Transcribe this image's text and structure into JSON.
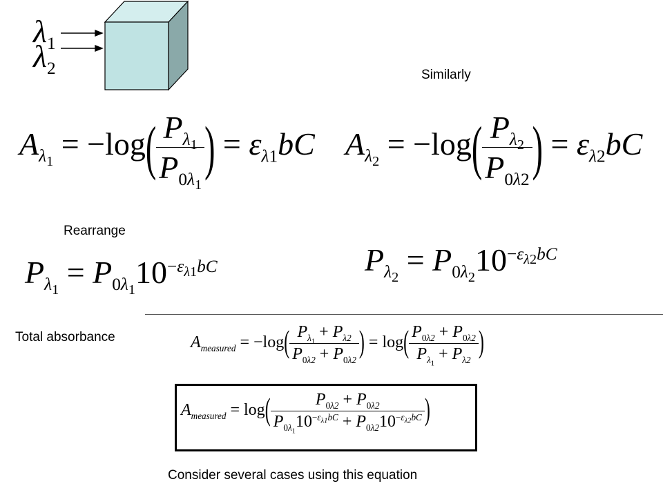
{
  "labels": {
    "similarly": "Similarly",
    "rearrange": "Rearrange",
    "total_absorbance": "Total absorbance",
    "consider": "Consider several cases using this equation"
  },
  "symbols": {
    "lambda": "λ",
    "one": "1",
    "two": "2",
    "A": "A",
    "P": "P",
    "zero": "0",
    "equals": "=",
    "minus_log": "−log",
    "log": "log",
    "epsilon": "ε",
    "bC": "bC",
    "ten": "10",
    "minus": "−",
    "plus": "+",
    "measured": "measured",
    "lambda2": "λ2",
    "lambda1": "λ1"
  },
  "colors": {
    "cube_front": "#bfe3e3",
    "cube_side": "#8aa9a9",
    "cube_top": "#d4eeee",
    "stroke": "#000000"
  }
}
